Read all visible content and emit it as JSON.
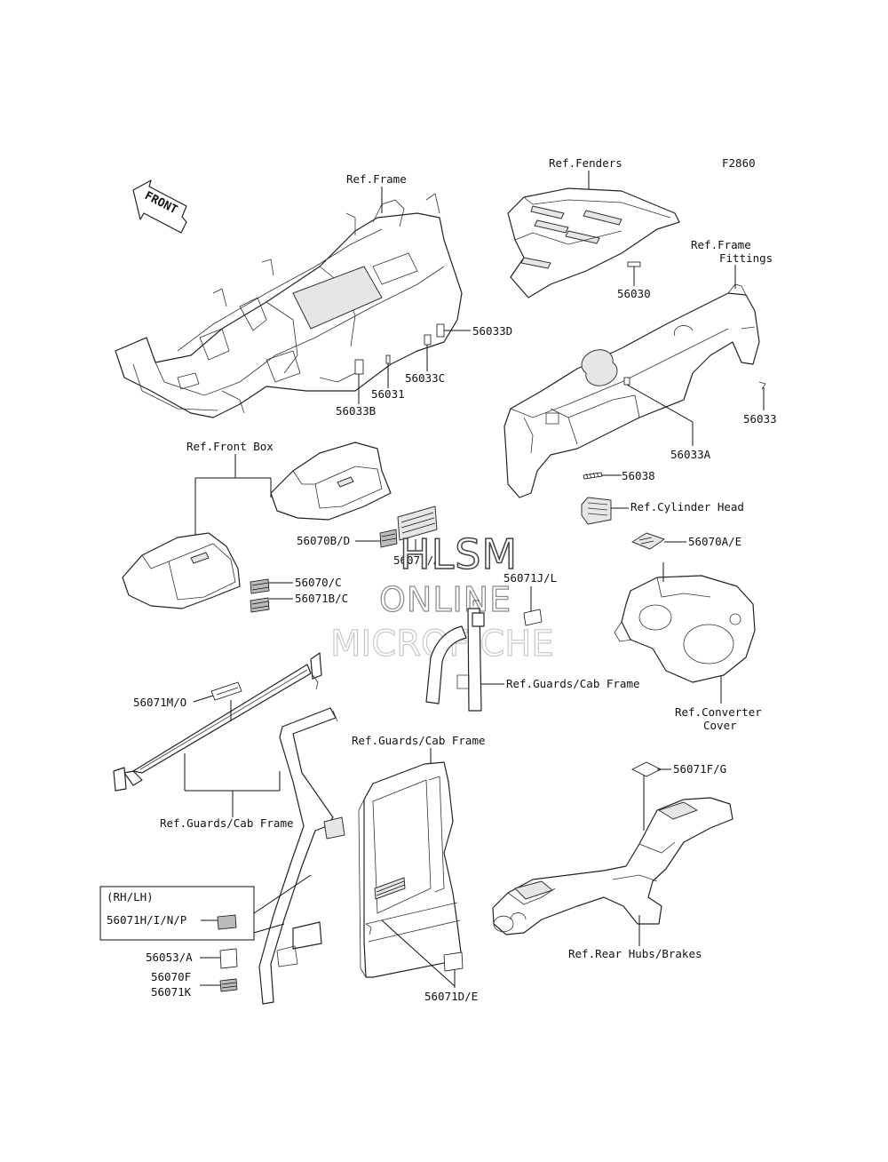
{
  "figure_code": "F2860",
  "front_arrow": "FRONT",
  "refs": {
    "frame": "Ref.Frame",
    "fenders": "Ref.Fenders",
    "frame_fittings_1": "Ref.Frame",
    "frame_fittings_2": "Fittings",
    "front_box": "Ref.Front Box",
    "cylinder_head": "Ref.Cylinder Head",
    "converter_1": "Ref.Converter",
    "converter_2": "Cover",
    "guards_mid": "Ref.Guards/Cab Frame",
    "guards_door": "Ref.Guards/Cab Frame",
    "guards_left": "Ref.Guards/Cab Frame",
    "rear_hubs": "Ref.Rear Hubs/Brakes"
  },
  "parts": {
    "p56033D": "56033D",
    "p56033C": "56033C",
    "p56031": "56031",
    "p56033B": "56033B",
    "p56030": "56030",
    "p56033": "56033",
    "p56033A": "56033A",
    "p56038": "56038",
    "p56070BD": "56070B/D",
    "p56071A": "56071/A",
    "p56070C": "56070/C",
    "p56071BC": "56071B/C",
    "p56070AE": "56070A/E",
    "p56071JL": "56071J/L",
    "p56071MO": "56071M/O",
    "p56071FG": "56071F/G",
    "p56071DE": "56071D/E",
    "rhlh": "(RH/LH)",
    "p56071HINP": "56071H/I/N/P",
    "p56053A": "56053/A",
    "p56070F": "56070F",
    "p56071K": "56071K"
  },
  "watermark": {
    "line1": "HLSM",
    "line2": "ONLINE",
    "line3": "MICROFICHE"
  }
}
